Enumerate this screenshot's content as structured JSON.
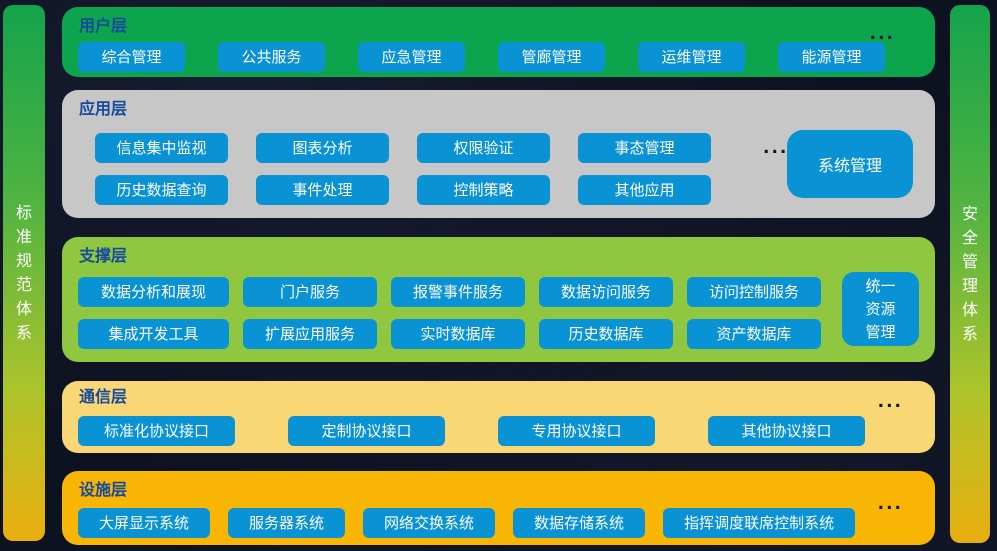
{
  "colors": {
    "background": "#0d1220",
    "button_blue": "#0992d4",
    "button_text": "#ffffff",
    "layer_title_blue": "#164a9e",
    "ellipsis_dark": "#10151d",
    "pillar_gradient_top": "#14a34b",
    "pillar_gradient_mid": "#aec42b",
    "pillar_gradient_bottom": "#e9ae0e",
    "layer_user_green": "#0ca44d",
    "layer_app_gray": "#c7c7c7",
    "layer_support_green": "#8fc741",
    "layer_comm_yellow": "#f9d774",
    "layer_facility_amber": "#f9b504"
  },
  "left_pillar": {
    "label": "标准规范体系"
  },
  "right_pillar": {
    "label": "安全管理体系"
  },
  "layers": [
    {
      "id": "user",
      "title": "用户层",
      "bg_key": "layer_user_green",
      "rows": [
        [
          "综合管理",
          "公共服务",
          "应急管理",
          "管廊管理",
          "运维管理",
          "能源管理"
        ]
      ],
      "more": "..."
    },
    {
      "id": "application",
      "title": "应用层",
      "bg_key": "layer_app_gray",
      "rows": [
        [
          "信息集中监视",
          "图表分析",
          "权限验证",
          "事态管理"
        ],
        [
          "历史数据查询",
          "事件处理",
          "控制策略",
          "其他应用"
        ]
      ],
      "more": "...",
      "side_button": "系统管理"
    },
    {
      "id": "support",
      "title": "支撑层",
      "bg_key": "layer_support_green",
      "rows": [
        [
          "数据分析和展现",
          "门户服务",
          "报警事件服务",
          "数据访问服务",
          "访问控制服务"
        ],
        [
          "集成开发工具",
          "扩展应用服务",
          "实时数据库",
          "历史数据库",
          "资产数据库"
        ]
      ],
      "side_button": "统一资源管理"
    },
    {
      "id": "communication",
      "title": "通信层",
      "bg_key": "layer_comm_yellow",
      "rows": [
        [
          "标准化协议接口",
          "定制协议接口",
          "专用协议接口",
          "其他协议接口"
        ]
      ],
      "more": "..."
    },
    {
      "id": "facility",
      "title": "设施层",
      "bg_key": "layer_facility_amber",
      "rows": [
        [
          "大屏显示系统",
          "服务器系统",
          "网络交换系统",
          "数据存储系统",
          "指挥调度联席控制系统"
        ]
      ],
      "more": "..."
    }
  ]
}
